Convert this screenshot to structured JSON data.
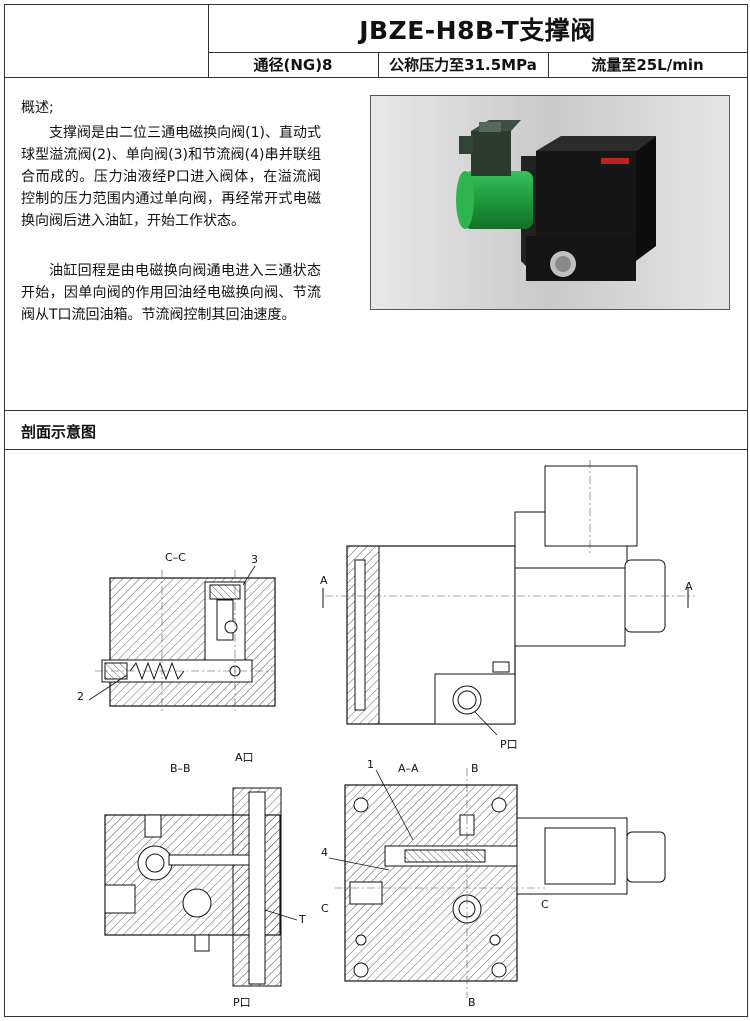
{
  "header": {
    "title": "JBZE-H8B-T支撑阀",
    "spec_diameter": "通径(NG)8",
    "spec_pressure": "公称压力至31.5MPa",
    "spec_flow": "流量至25L/min"
  },
  "overview": {
    "heading": "概述;",
    "paragraph1": "支撑阀是由二位三通电磁换向阀(1)、直动式球型溢流阀(2)、单向阀(3)和节流阀(4)串并联组合而成的。压力油液经P口进入阀体，在溢流阀控制的压力范围内通过单向阀，再经常开式电磁换向阀后进入油缸，开始工作状态。",
    "paragraph2": "油缸回程是由电磁换向阀通电进入三通状态开始，因单向阀的作用回油经电磁换向阀、节流阀从T口流回油箱。节流阀控制其回油速度。"
  },
  "photo": {
    "colors": {
      "valve_body": "#1a1a1a",
      "coil": "#1f9a3c",
      "background": "#cfcfcf"
    }
  },
  "section": {
    "heading": "剖面示意图"
  },
  "drawing_labels": {
    "cc": "C–C",
    "n3": "3",
    "n2": "2",
    "a_left": "A",
    "a_right": "A",
    "p_port_top": "P口",
    "bb": "B–B",
    "a_port": "A口",
    "t_port": "T",
    "p_port_bottom": "P口",
    "n1": "1",
    "aa": "A–A",
    "b_top": "B",
    "n4": "4",
    "c_left": "C",
    "c_right": "C",
    "b_bottom": "B"
  }
}
